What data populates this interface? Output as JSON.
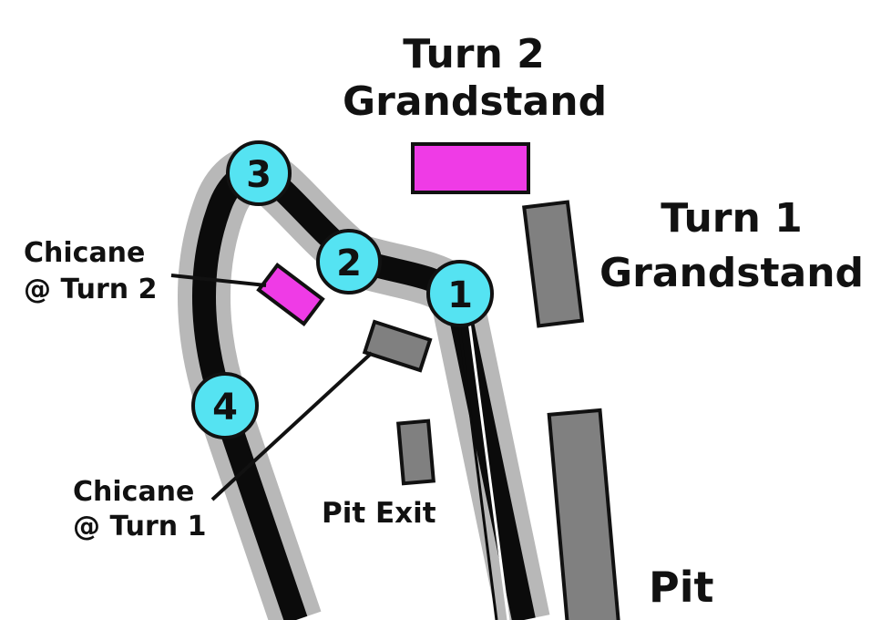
{
  "colors": {
    "track": "#0b0b0b",
    "runoff": "#b8b8b8",
    "marker_fill": "#55e3f2",
    "grandstand_magenta": "#ef3be6",
    "structure_gray": "#808080",
    "outline": "#111111",
    "background": "#ffffff"
  },
  "labels": {
    "turn2_grandstand": [
      "Turn 2",
      "Grandstand"
    ],
    "turn1_grandstand": [
      "Turn 1",
      "Grandstand"
    ],
    "chicane_turn2": [
      "Chicane",
      "@ Turn 2"
    ],
    "chicane_turn1": [
      "Chicane",
      "@ Turn 1"
    ],
    "pit_exit": "Pit Exit",
    "pit": "Pit"
  },
  "turn_markers": [
    {
      "id": "1",
      "label": "1"
    },
    {
      "id": "2",
      "label": "2"
    },
    {
      "id": "3",
      "label": "3"
    },
    {
      "id": "4",
      "label": "4"
    }
  ]
}
